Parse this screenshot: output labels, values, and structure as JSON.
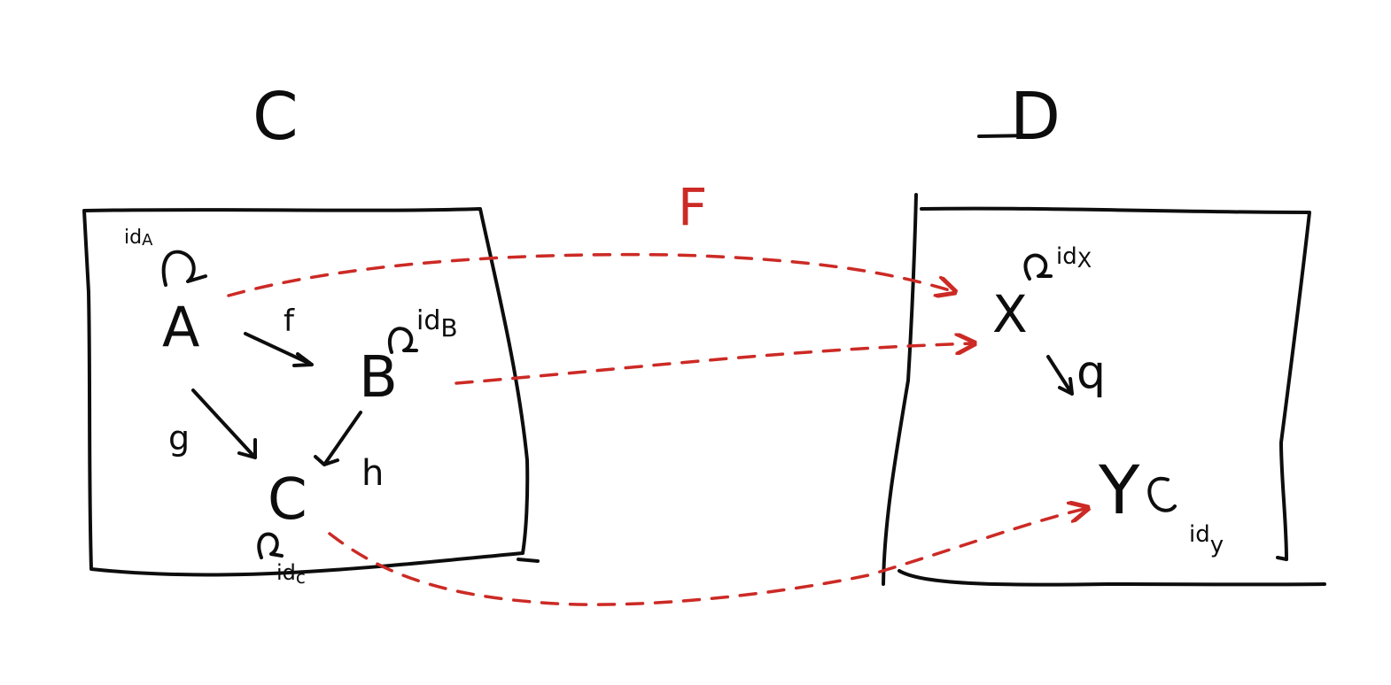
{
  "colors": {
    "ink": "#0d0d0d",
    "functor": "#cc2a25",
    "background": "#ffffff"
  },
  "categories": {
    "source": {
      "name": "C"
    },
    "target": {
      "name": "D"
    }
  },
  "functor": {
    "label": "F"
  },
  "source_objects": {
    "a": {
      "label": "A",
      "identity": "id",
      "identity_sub": "A"
    },
    "b": {
      "label": "B",
      "identity": "id",
      "identity_sub": "B"
    },
    "c": {
      "label": "C",
      "identity": "id",
      "identity_sub": "c"
    }
  },
  "source_morphisms": {
    "f": "f",
    "g": "g",
    "h": "h"
  },
  "target_objects": {
    "x": {
      "label": "X",
      "identity": "id",
      "identity_sub": "X"
    },
    "y": {
      "label": "Y",
      "identity": "id",
      "identity_sub": "y"
    }
  },
  "target_morphisms": {
    "q": "q"
  }
}
